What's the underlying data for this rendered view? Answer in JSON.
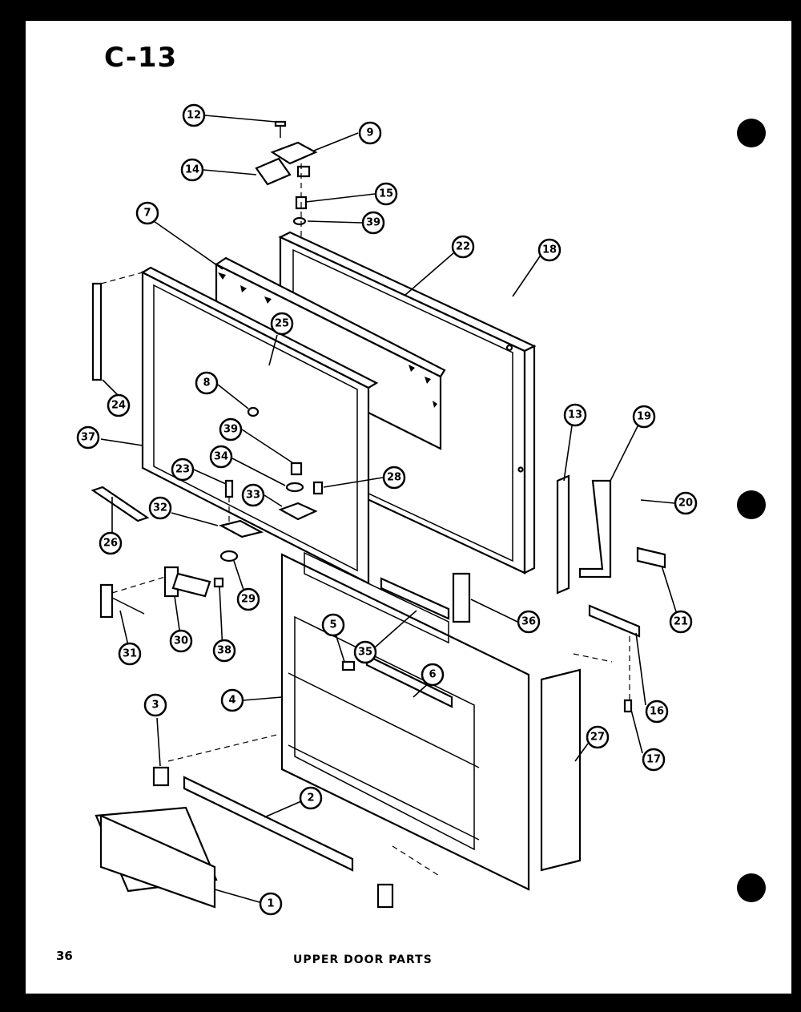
{
  "page": {
    "code": "C-13",
    "number": "36",
    "caption": "UPPER DOOR PARTS"
  },
  "callouts": [
    {
      "id": "c12",
      "label": "12"
    },
    {
      "id": "c9",
      "label": "9"
    },
    {
      "id": "c14",
      "label": "14"
    },
    {
      "id": "c15",
      "label": "15"
    },
    {
      "id": "c39a",
      "label": "39"
    },
    {
      "id": "c7",
      "label": "7"
    },
    {
      "id": "c22",
      "label": "22"
    },
    {
      "id": "c18",
      "label": "18"
    },
    {
      "id": "c25",
      "label": "25"
    },
    {
      "id": "c24",
      "label": "24"
    },
    {
      "id": "c8",
      "label": "8"
    },
    {
      "id": "c37",
      "label": "37"
    },
    {
      "id": "c39b",
      "label": "39"
    },
    {
      "id": "c34",
      "label": "34"
    },
    {
      "id": "c23",
      "label": "23"
    },
    {
      "id": "c33",
      "label": "33"
    },
    {
      "id": "c28",
      "label": "28"
    },
    {
      "id": "c13",
      "label": "13"
    },
    {
      "id": "c19",
      "label": "19"
    },
    {
      "id": "c20",
      "label": "20"
    },
    {
      "id": "c32",
      "label": "32"
    },
    {
      "id": "c26",
      "label": "26"
    },
    {
      "id": "c29",
      "label": "29"
    },
    {
      "id": "c21",
      "label": "21"
    },
    {
      "id": "c36",
      "label": "36"
    },
    {
      "id": "c5",
      "label": "5"
    },
    {
      "id": "c35",
      "label": "35"
    },
    {
      "id": "c31",
      "label": "31"
    },
    {
      "id": "c30",
      "label": "30"
    },
    {
      "id": "c38",
      "label": "38"
    },
    {
      "id": "c6",
      "label": "6"
    },
    {
      "id": "c4",
      "label": "4"
    },
    {
      "id": "c3",
      "label": "3"
    },
    {
      "id": "c16",
      "label": "16"
    },
    {
      "id": "c27",
      "label": "27"
    },
    {
      "id": "c17",
      "label": "17"
    },
    {
      "id": "c2",
      "label": "2"
    },
    {
      "id": "c1",
      "label": "1"
    }
  ]
}
